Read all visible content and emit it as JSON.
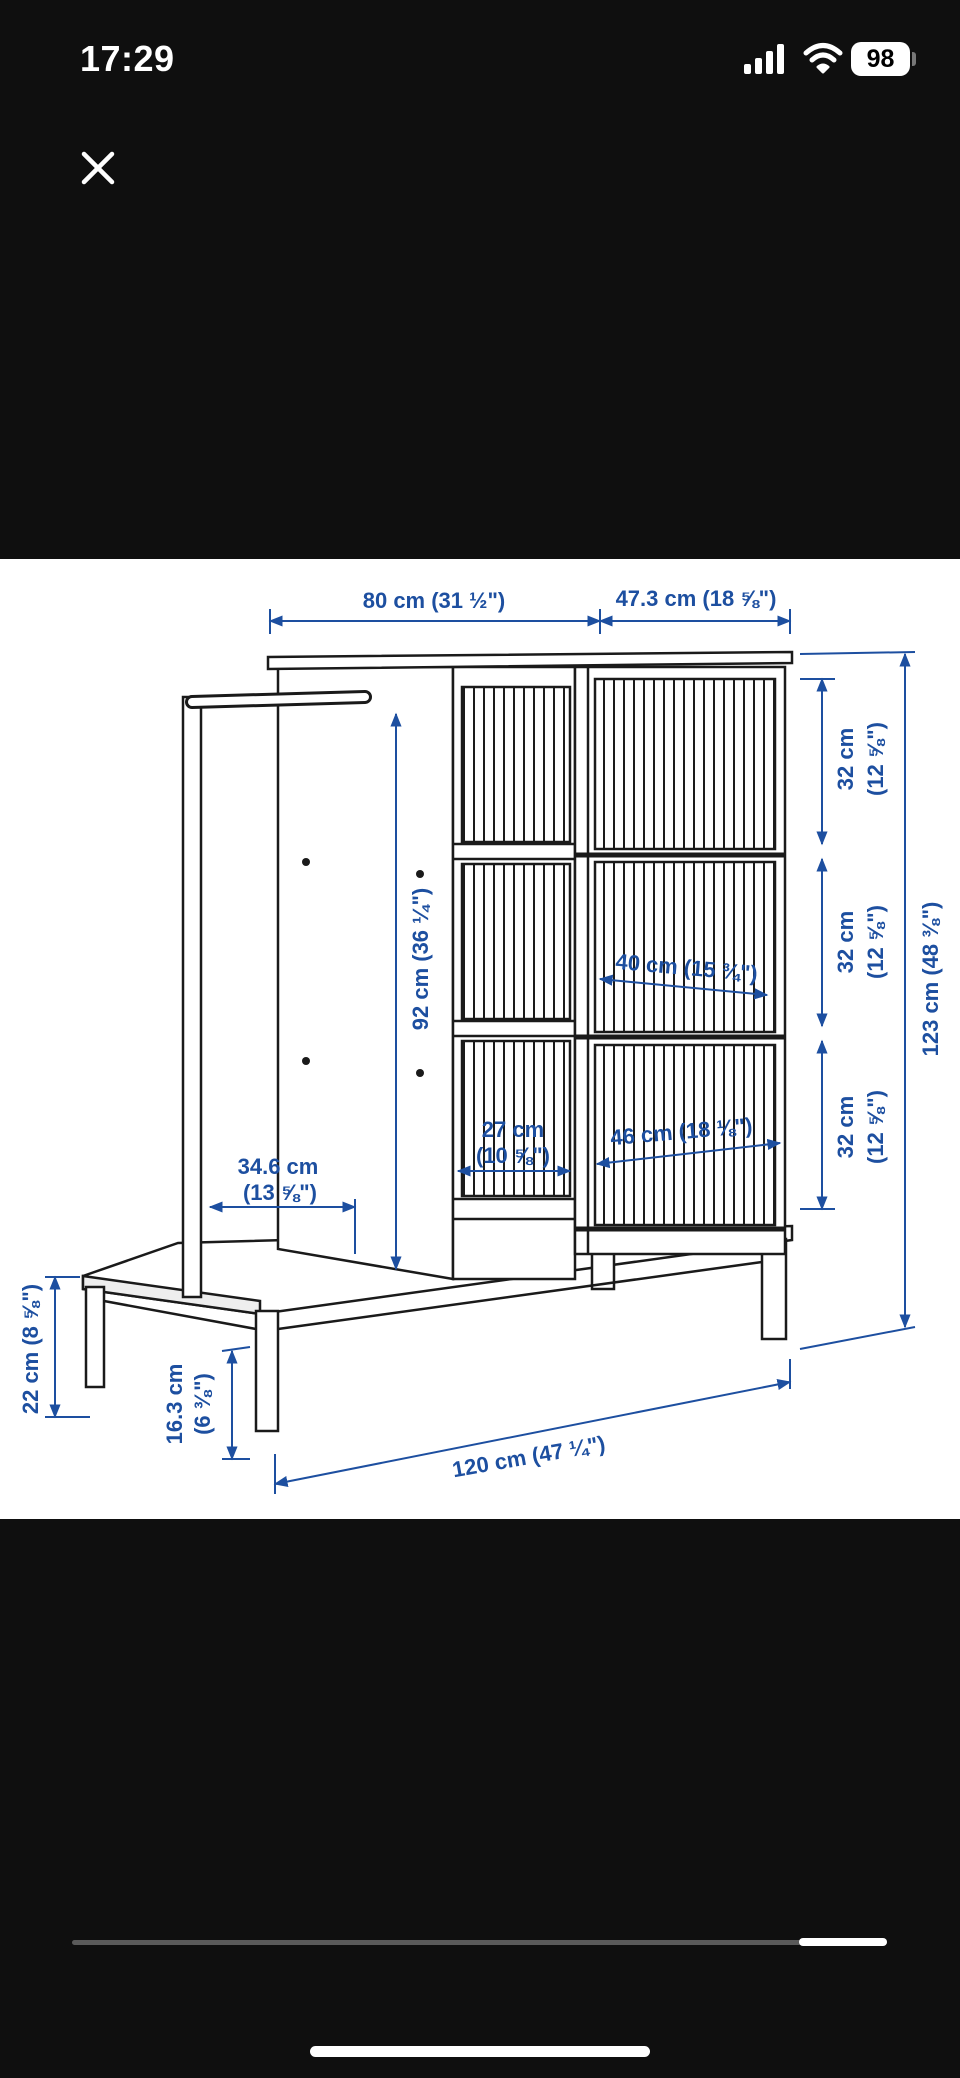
{
  "status_bar": {
    "time": "17:29",
    "battery": "98"
  },
  "icons": {
    "close": "close-icon",
    "signal": "cellular-signal-icon",
    "wifi": "wifi-icon",
    "battery": "battery-icon"
  },
  "image": {
    "description_labels": {
      "width_top": "80 cm (31 ½\")",
      "depth_top": "47.3 cm (18 ⅝\")",
      "shelf_h1_cm": "32 cm",
      "shelf_h1_in": "(12 ⅝\")",
      "shelf_h2_cm": "32 cm",
      "shelf_h2_in": "(12 ⅝\")",
      "shelf_h3_cm": "32 cm",
      "shelf_h3_in": "(12 ⅝\")",
      "total_height": "123 cm (48 ⅜\")",
      "inner_height": "92 cm (36 ¼\")",
      "drawer_width": "40 cm (15 ¾\")",
      "drawer_depth": "46 cm (18 ⅛\")",
      "shelf_depth_cm": "27 cm",
      "shelf_depth_in": "(10 ⅝\")",
      "bench_depth_cm": "34.6 cm",
      "bench_depth_in": "(13 ⅝\")",
      "leg_height": "22 cm (8 ⅝\")",
      "bench_height_cm": "16.3 cm",
      "bench_height_in": "(6 ⅜\")",
      "total_width": "120 cm (47 ¼\")"
    },
    "dimension_color": "#1d4fa0",
    "line_color": "#1a1a1a"
  },
  "colors": {
    "background": "#0f0f0f",
    "image_bg": "#ffffff",
    "scrubber_active": "#ffffff",
    "scrubber_track": "#5a5a5a"
  }
}
